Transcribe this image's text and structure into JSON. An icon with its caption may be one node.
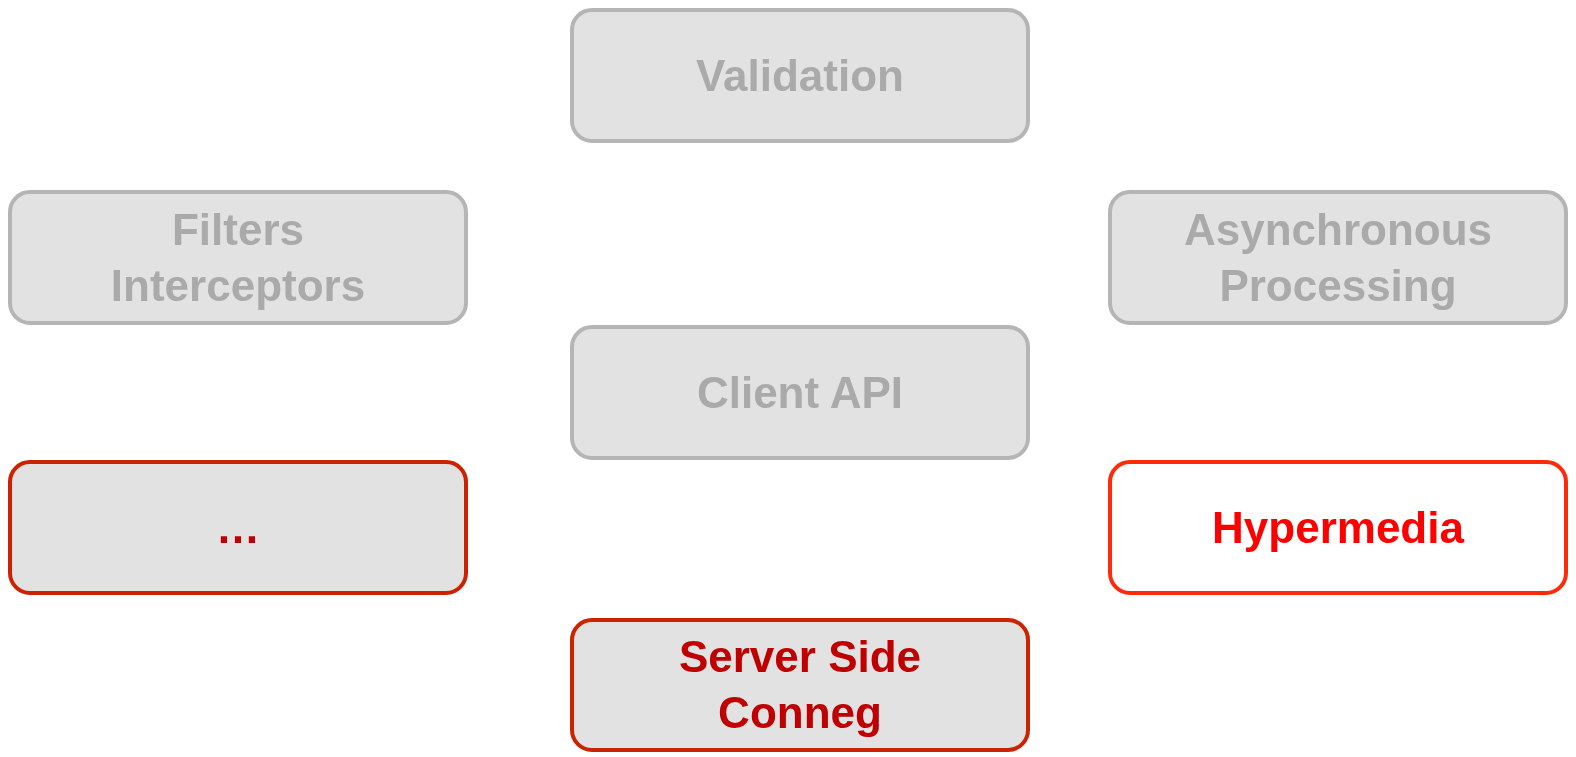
{
  "diagram": {
    "nodes": [
      {
        "text": [
          "Validation"
        ]
      },
      {
        "text": [
          "Filters Interceptors"
        ]
      },
      {
        "text": [
          "Asynchronous Processing"
        ]
      },
      {
        "text": [
          "Client API"
        ]
      },
      {
        "text": [
          "…"
        ]
      },
      {
        "text": [
          "Hypermedia"
        ]
      },
      {
        "text": [
          "Server Side Conneg"
        ]
      }
    ],
    "edges": []
  }
}
